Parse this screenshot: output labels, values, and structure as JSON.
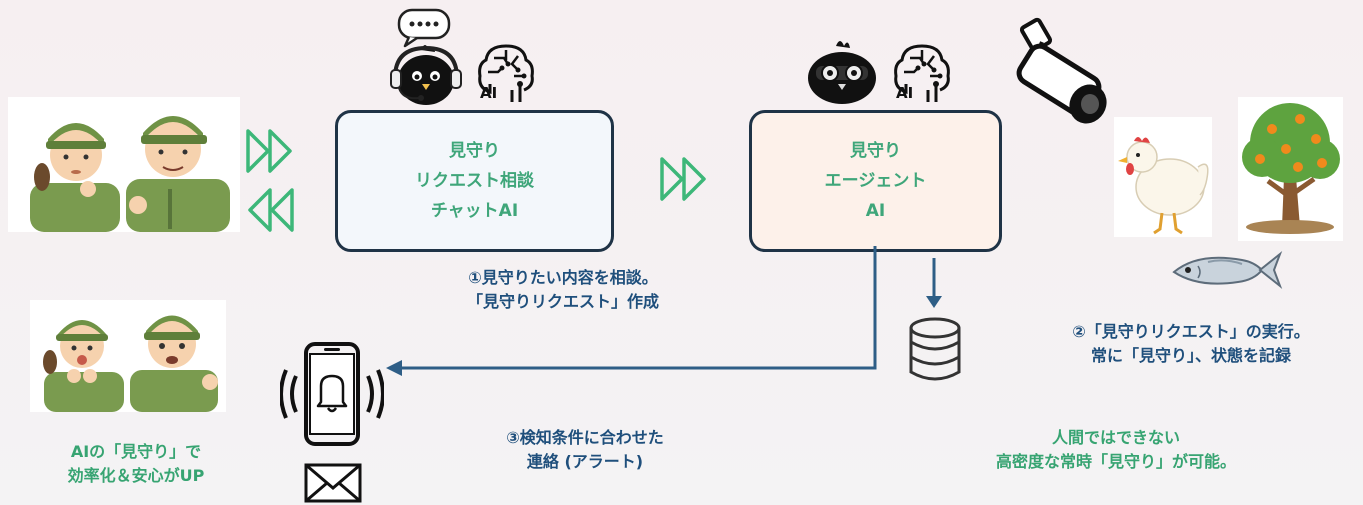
{
  "consult_box": {
    "line1": "見守り",
    "line2": "リクエスト相談",
    "line3": "チャットAI"
  },
  "agent_box": {
    "line1": "見守り",
    "line2": "エージェント",
    "line3": "AI"
  },
  "ai_badge_text": "AI",
  "step1": {
    "line1": "①見守りたい内容を相談。",
    "line2": "「見守りリクエスト」作成"
  },
  "step2": {
    "line1": "②「見守りリクエスト」の実行。",
    "line2": "常に「見守り」、状態を記録"
  },
  "step3": {
    "line1": "③検知条件に合わせた",
    "line2": "連絡 (アラート)"
  },
  "benefit_left": {
    "line1": "AIの「見守り」で",
    "line2": "効率化＆安心がUP"
  },
  "benefit_right": {
    "line1": "人間ではできない",
    "line2": "高密度な常時「見守り」が可能。"
  },
  "colors": {
    "accent_green": "#3fa67a",
    "navy_text": "#1f4f7c",
    "arrow_blue": "#2e5e86",
    "box_border": "#1f3346"
  }
}
